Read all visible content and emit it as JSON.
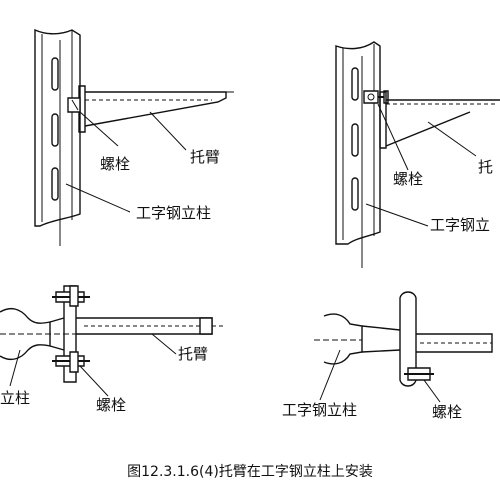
{
  "labels": {
    "tl_bolt": "螺栓",
    "tl_arm": "托臂",
    "tl_column": "工字钢立柱",
    "tr_arm": "托",
    "tr_bolt": "螺栓",
    "tr_column": "工字钢立",
    "bl_column": "立柱",
    "bl_arm": "托臂",
    "bl_bolt": "螺栓",
    "br_column": "工字钢立柱",
    "br_bolt": "螺栓"
  },
  "caption": "图12.3.1.6(4)托臂在工字钢立柱上安装"
}
